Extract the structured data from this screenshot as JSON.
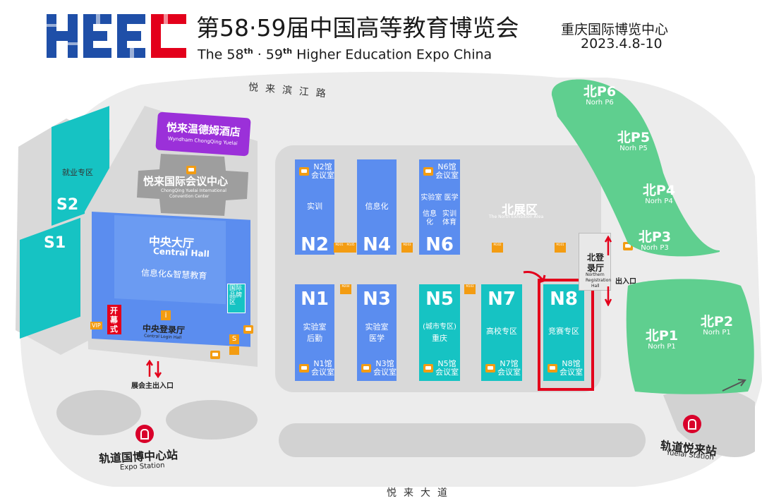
{
  "header": {
    "logo_text": "HEEC",
    "title_cn": "第58·59届中国高等教育博览会",
    "title_en_prefix": "The 58",
    "title_en_sup1": "th",
    "title_en_mid": " · 59",
    "title_en_sup2": "th",
    "title_en_suffix": " Higher Education Expo China",
    "venue": "重庆国际博览中心",
    "dates": "2023.4.8-10"
  },
  "roads": {
    "north": "悦来滨江路",
    "south": "悦来大道"
  },
  "colors": {
    "hall_blue": "#5b8def",
    "hall_teal": "#16c3c3",
    "parking_green": "#5fcf8f",
    "building_grey": "#9e9e9e",
    "hotel_purple": "#9b30d9",
    "highlight_red": "#e3001b",
    "room_orange": "#f39c12",
    "logo_blue": "#1f4fa8",
    "logo_red": "#e3001b"
  },
  "buildings": {
    "hotel_cn": "悦来温德姆酒店",
    "hotel_en": "Wyndham ChongQing Yuelai",
    "convention_cn": "悦来国际会议中心",
    "convention_en_1": "ChongQing Yuelai International",
    "convention_en_2": "Convention Center",
    "central_hall_cn": "中央大厅",
    "central_hall_en": "Central Hall",
    "central_hall_zone": "信息化&智慧教育",
    "intl_brand_zone": "国际品牌区",
    "opening_label": "开幕式",
    "vip_label": "VIP",
    "central_login_cn": "中央登录厅",
    "central_login_en": "Central Login Hall",
    "s_zone_label": "就业专区",
    "s2": "S2",
    "s1": "S1",
    "north_area_cn": "北展区",
    "north_area_en": "The North Exhibition Area",
    "northern_login_cn_1": "北登",
    "northern_login_cn_2": "录厅",
    "northern_login_en_1": "Northern",
    "northern_login_en_2": "Registration",
    "northern_login_en_3": "Hall",
    "exit_label": "出入口",
    "main_entrance": "展会主出入口"
  },
  "halls": [
    {
      "id": "N2",
      "zone": "实训",
      "room_1": "N2馆",
      "room_2": "会议室"
    },
    {
      "id": "N4",
      "zone": "信息化"
    },
    {
      "id": "N6",
      "zone_a": "实验室 医学",
      "zone_b1": "信息",
      "zone_b2": "化",
      "zone_c1": "实训",
      "zone_c2": "体育",
      "room_1": "N6馆",
      "room_2": "会议室"
    },
    {
      "id": "N1",
      "zone_1": "实验室",
      "zone_2": "后勤",
      "room_1": "N1馆",
      "room_2": "会议室"
    },
    {
      "id": "N3",
      "zone_1": "实验室",
      "zone_2": "医学",
      "room_1": "N3馆",
      "room_2": "会议室"
    },
    {
      "id": "N5",
      "zone_1": "(城市专区)",
      "zone_2": "重庆",
      "room_1": "N5馆",
      "room_2": "会议室"
    },
    {
      "id": "N7",
      "zone": "高校专区",
      "room_1": "N7馆",
      "room_2": "会议室"
    },
    {
      "id": "N8",
      "zone": "竞赛专区",
      "room_1": "N8馆",
      "room_2": "会议室"
    }
  ],
  "meeting_tags": {
    "m201": "M201",
    "m105": "M105",
    "m203": "M203",
    "m102": "M102",
    "m101": "M101",
    "m204": "M204",
    "m103": "M103"
  },
  "parking": [
    {
      "cn": "北P6",
      "en": "Norh P6"
    },
    {
      "cn": "北P5",
      "en": "Norh P5"
    },
    {
      "cn": "北P4",
      "en": "Norh P4"
    },
    {
      "cn": "北P3",
      "en": "Norh P3"
    },
    {
      "cn": "北P2",
      "en": "Norh P1"
    },
    {
      "cn": "北P1",
      "en": "Norh P1"
    }
  ],
  "stations": {
    "expo_cn": "轨道国博中心站",
    "expo_en": "Expo Station",
    "yuelai_cn": "轨道悦来站",
    "yuelai_en": "Yuelai Station"
  }
}
